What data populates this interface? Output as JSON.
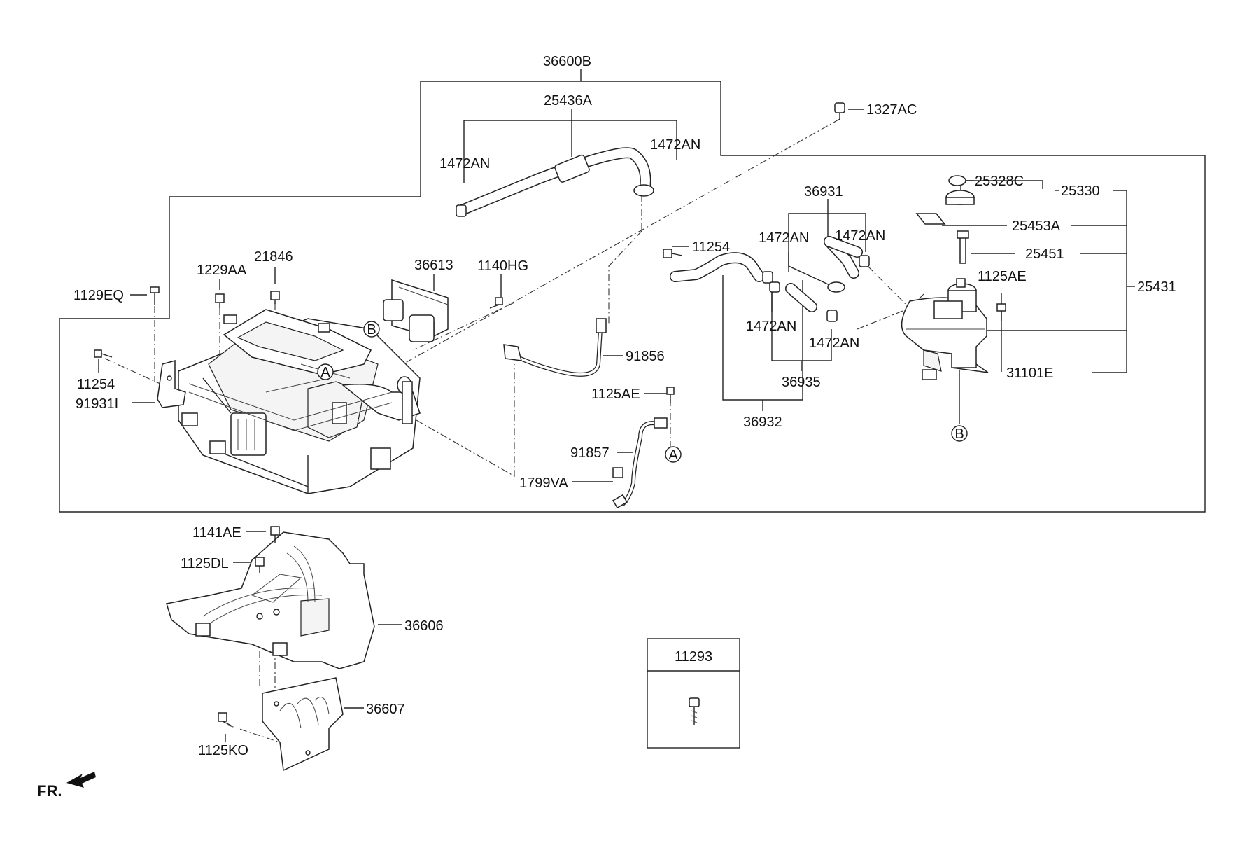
{
  "part_numbers": {
    "p36600B": "36600B",
    "p25436A": "25436A",
    "p1472AN_a": "1472AN",
    "p1472AN_b": "1472AN",
    "p1327AC": "1327AC",
    "p36931": "36931",
    "p25328C": "25328C",
    "p25330": "25330",
    "p1472AN_c": "1472AN",
    "p1472AN_d": "1472AN",
    "p25453A": "25453A",
    "p11254_top": "11254",
    "p25451": "25451",
    "p21846": "21846",
    "p36613": "36613",
    "p1229AA": "1229AA",
    "p1140HG": "1140HG",
    "p1125AE_right": "1125AE",
    "p1129EQ": "1129EQ",
    "p25431": "25431",
    "p1472AN_e": "1472AN",
    "p1472AN_f": "1472AN",
    "p91856": "91856",
    "p11254_left": "11254",
    "p31101E": "31101E",
    "p36935": "36935",
    "p1125AE_mid": "1125AE",
    "p91931I": "91931I",
    "p36932": "36932",
    "p91857": "91857",
    "p1799VA": "1799VA",
    "p1141AE": "1141AE",
    "p1125DL": "1125DL",
    "p36606": "36606",
    "p11293": "11293",
    "p36607": "36607",
    "p1125KO": "1125KO"
  },
  "callouts": {
    "a1": "A",
    "a2": "A",
    "b1": "B",
    "b2": "B"
  },
  "direction_label": "FR."
}
